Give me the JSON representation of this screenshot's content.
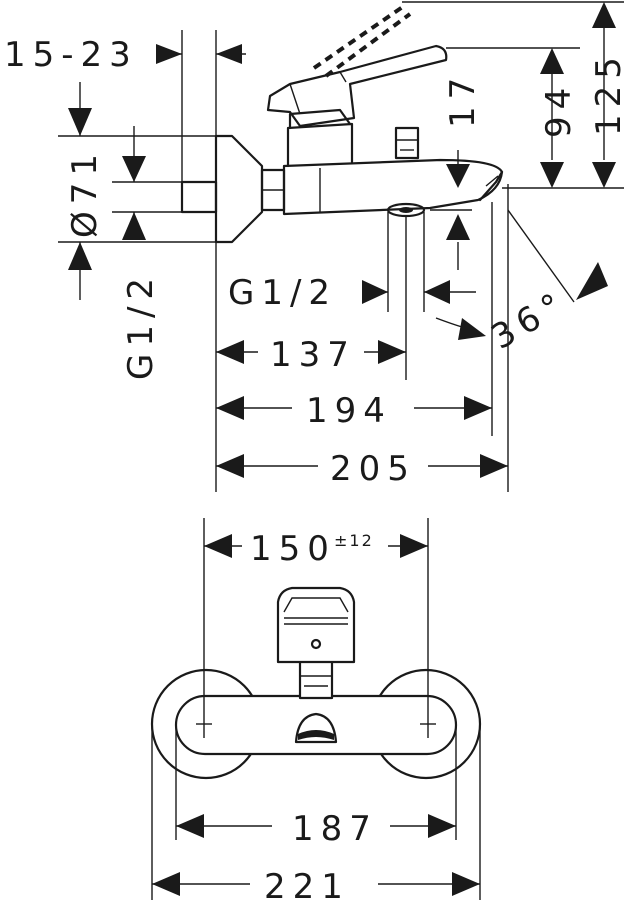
{
  "side_view": {
    "dims": {
      "d15_23": "15-23",
      "d125": "125",
      "d94": "94",
      "d17": "17",
      "d71": "Ø71",
      "g12_vertical": "G1/2",
      "g12_outlet": "G1/2",
      "angle": "36°",
      "d137": "137",
      "d194": "194",
      "d205": "205"
    }
  },
  "front_view": {
    "dims": {
      "d150": "150",
      "d150_tol": "±12",
      "d187": "187",
      "d221": "221"
    }
  }
}
